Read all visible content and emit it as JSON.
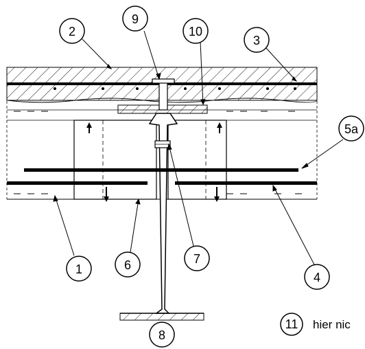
{
  "callouts": {
    "c1": "1",
    "c2": "2",
    "c3": "3",
    "c4": "4",
    "c5a": "5a",
    "c6": "6",
    "c7": "7",
    "c8": "8",
    "c9": "9",
    "c10": "10",
    "c11": "11"
  },
  "legend": {
    "text": "hier nic"
  },
  "colors": {
    "line": "#000000",
    "background": "#ffffff"
  }
}
